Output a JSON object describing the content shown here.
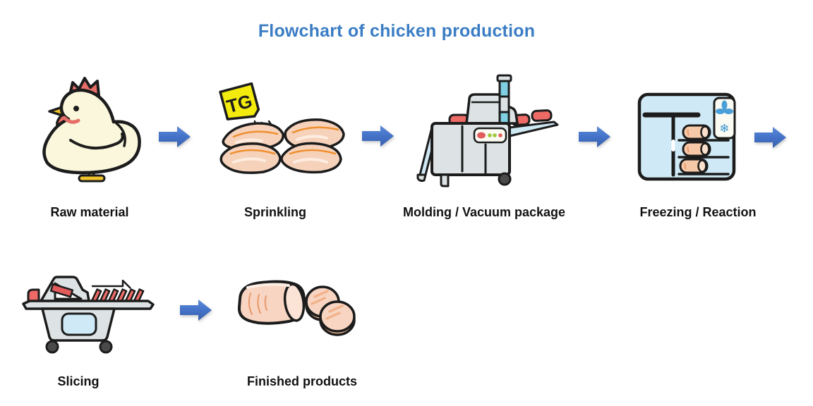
{
  "title": "Flowchart of chicken production",
  "colors": {
    "title_blue": "#3b7dc4",
    "arrow_blue_top": "#5c8bd9",
    "arrow_blue_bottom": "#3a62ad",
    "label_black": "#111111",
    "outline_black": "#1c1c1c",
    "chicken_body_cream": "#faf7dc",
    "comb_wattle_red": "#e76e68",
    "beak_feet_yellow": "#f0c42a",
    "raw_meat_peach": "#f6d2bb",
    "meat_crease_orange": "#ef8f2e",
    "machine_gray": "#dde3e4",
    "machine_light_blue": "#cfe9f4",
    "column_cyan": "#7fd0e2",
    "meat_block_red": "#ee6a66",
    "panel_white": "#fbfbf3",
    "button_green": "#9dc73c",
    "freezer_light_blue": "#cfeaf6",
    "freezer_icon_blue": "#4b9fd8",
    "ham_peach": "#f8d5c2",
    "ham_rim_peach": "#f0b896"
  },
  "tg_bag": {
    "text": "TG"
  },
  "freezer": {
    "snowflake_glyph": "❄"
  },
  "steps": [
    {
      "label": "Raw material",
      "icon": "chicken"
    },
    {
      "label": "Sprinkling",
      "icon": "chicken-breasts-with-tg-bag"
    },
    {
      "label": "Molding / Vacuum package",
      "icon": "molding-vacuum-machine"
    },
    {
      "label": "Freezing / Reaction",
      "icon": "freezer-cabinet"
    },
    {
      "label": "Slicing",
      "icon": "slicing-machine"
    },
    {
      "label": "Finished products",
      "icon": "ham-log-and-slices"
    }
  ],
  "arrows": {
    "count": 5,
    "direction": "right"
  }
}
